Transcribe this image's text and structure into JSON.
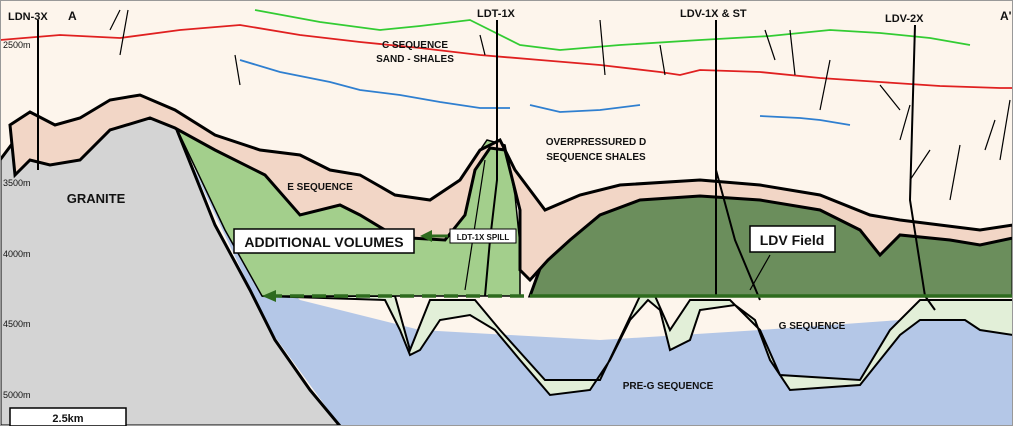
{
  "section_letters": {
    "left": "A",
    "right": "A'"
  },
  "depth_labels": [
    "2500m",
    "3500m",
    "4000m",
    "4500m",
    "5000m"
  ],
  "wells": [
    "LDN-3X",
    "LDT-1X",
    "LDV-1X & ST",
    "LDV-2X"
  ],
  "units": {
    "c_sequence_line1": "C SEQUENCE",
    "c_sequence_line2": "SAND - SHALES",
    "d_sequence_line1": "OVERPRESSURED D",
    "d_sequence_line2": "SEQUENCE SHALES",
    "e_sequence": "E SEQUENCE",
    "granite": "GRANITE",
    "g_sequence": "G SEQUENCE",
    "pre_g_sequence": "PRE-G SEQUENCE"
  },
  "annotations": {
    "additional_volumes": "ADDITIONAL VOLUMES",
    "spill": "LDT-1X SPILL",
    "ldv_field": "LDV Field"
  },
  "scale_bar": {
    "label": "2.5km"
  },
  "colors": {
    "c_sequence": "#fdf5ec",
    "d_sequence": "#fdf0e6",
    "e_sequence": "#f2d6c6",
    "granite": "#d4d4d4",
    "g_sequence_oil": "#a3cf8c",
    "g_sequence": "#e2efd8",
    "ldv_field": "#6b8e5c",
    "pre_g": "#b4c7e7",
    "horizon_green": "#33cc33",
    "horizon_red": "#e02020",
    "horizon_blue": "#2f7fd0",
    "additional_volumes_text": "#e02020"
  }
}
